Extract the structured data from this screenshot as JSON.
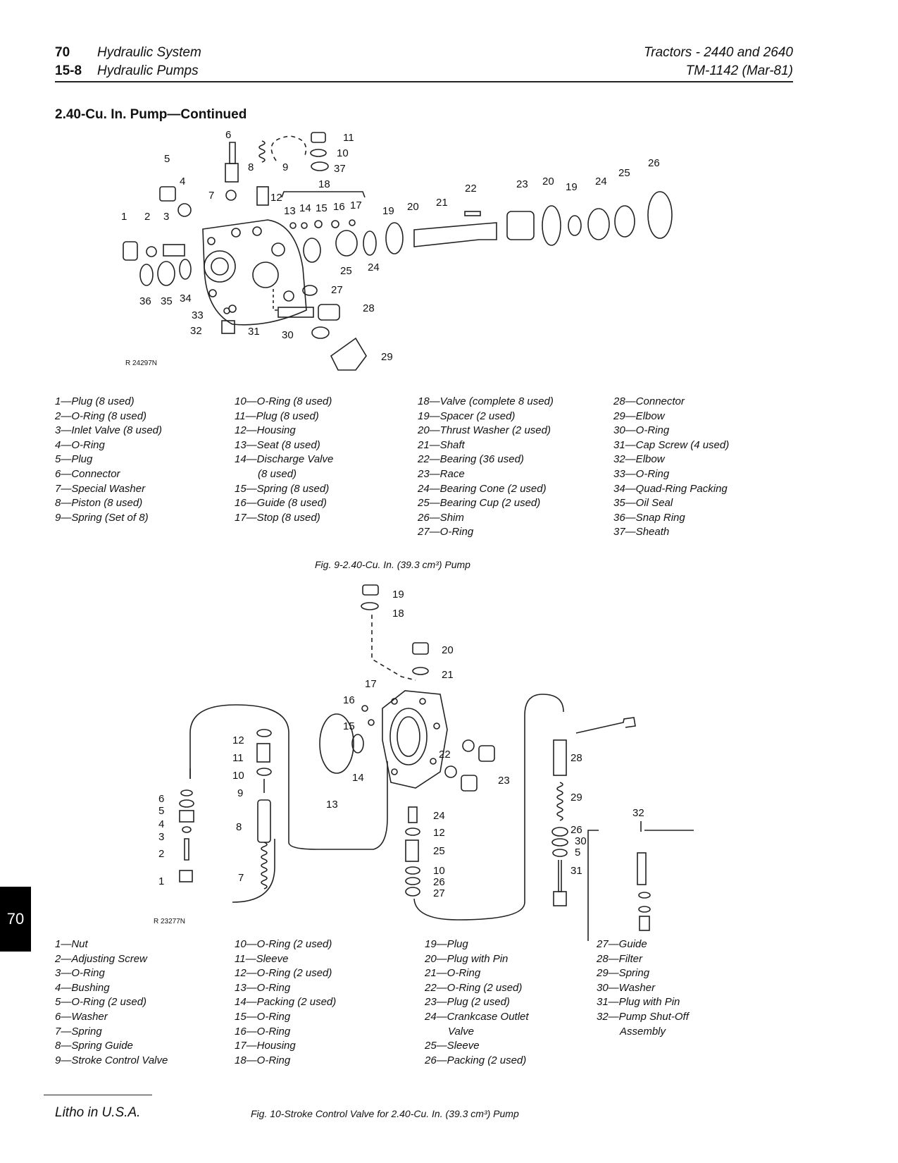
{
  "header": {
    "page_number": "70",
    "section_title": "Hydraulic System",
    "sub_number": "15-8",
    "sub_title": "Hydraulic Pumps",
    "right_line1": "Tractors  -  2440 and 2640",
    "right_line2": "TM-1142  (Mar-81)"
  },
  "section_title": "2.40-Cu. In. Pump—Continued",
  "fig9": {
    "image_id": "R 24297N",
    "callouts": [
      "1",
      "2",
      "3",
      "4",
      "5",
      "6",
      "7",
      "8",
      "9",
      "10",
      "11",
      "12",
      "13",
      "14",
      "15",
      "16",
      "17",
      "18",
      "19",
      "20",
      "21",
      "22",
      "23",
      "20",
      "19",
      "24",
      "25",
      "26",
      "25",
      "24",
      "27",
      "28",
      "29",
      "30",
      "31",
      "32",
      "33",
      "34",
      "35",
      "36",
      "37"
    ],
    "legend": [
      [
        "1—Plug (8 used)",
        "2—O-Ring (8 used)",
        "3—Inlet Valve (8 used)",
        "4—O-Ring",
        "5—Plug",
        "6—Connector",
        "7—Special Washer",
        "8—Piston (8 used)",
        "9—Spring (Set of 8)"
      ],
      [
        "10—O-Ring (8 used)",
        "11—Plug (8 used)",
        "12—Housing",
        "13—Seat (8 used)",
        "14—Discharge Valve",
        "    (8 used)",
        "15—Spring (8 used)",
        "16—Guide (8 used)",
        "17—Stop (8 used)"
      ],
      [
        "18—Valve (complete 8 used)",
        "19—Spacer (2 used)",
        "20—Thrust Washer (2 used)",
        "21—Shaft",
        "22—Bearing (36 used)",
        "23—Race",
        "24—Bearing Cone (2 used)",
        "25—Bearing Cup (2 used)",
        "26—Shim",
        "27—O-Ring"
      ],
      [
        "28—Connector",
        "29—Elbow",
        "30—O-Ring",
        "31—Cap Screw (4 used)",
        "32—Elbow",
        "33—O-Ring",
        "34—Quad-Ring Packing",
        "35—Oil Seal",
        "36—Snap Ring",
        "37—Sheath"
      ]
    ],
    "caption": "Fig. 9-2.40-Cu. In. (39.3 cm³) Pump"
  },
  "fig10": {
    "image_id": "R 23277N",
    "callouts": [
      "1",
      "2",
      "3",
      "4",
      "5",
      "6",
      "7",
      "8",
      "9",
      "10",
      "11",
      "12",
      "13",
      "14",
      "15",
      "16",
      "17",
      "18",
      "19",
      "20",
      "21",
      "22",
      "23",
      "24",
      "12",
      "25",
      "10",
      "26",
      "27",
      "28",
      "29",
      "26",
      "30",
      "5",
      "31",
      "32"
    ],
    "legend": [
      [
        "1—Nut",
        "2—Adjusting Screw",
        "3—O-Ring",
        "4—Bushing",
        "5—O-Ring (2 used)",
        "6—Washer",
        "7—Spring",
        "8—Spring Guide",
        "9—Stroke Control Valve"
      ],
      [
        "10—O-Ring (2 used)",
        "11—Sleeve",
        "12—O-Ring (2 used)",
        "13—O-Ring",
        "14—Packing (2 used)",
        "15—O-Ring",
        "16—O-Ring",
        "17—Housing",
        "18—O-Ring"
      ],
      [
        "19—Plug",
        "20—Plug with Pin",
        "21—O-Ring",
        "22—O-Ring (2 used)",
        "23—Plug (2 used)",
        "24—Crankcase Outlet",
        "    Valve",
        "25—Sleeve",
        "26—Packing (2 used)"
      ],
      [
        "27—Guide",
        "28—Filter",
        "29—Spring",
        "30—Washer",
        "31—Plug with Pin",
        "32—Pump Shut-Off",
        "    Assembly"
      ]
    ],
    "caption": "Fig. 10-Stroke Control Valve for 2.40-Cu. In. (39.3 cm³) Pump"
  },
  "side_tab": "70",
  "footer": "Litho in U.S.A."
}
